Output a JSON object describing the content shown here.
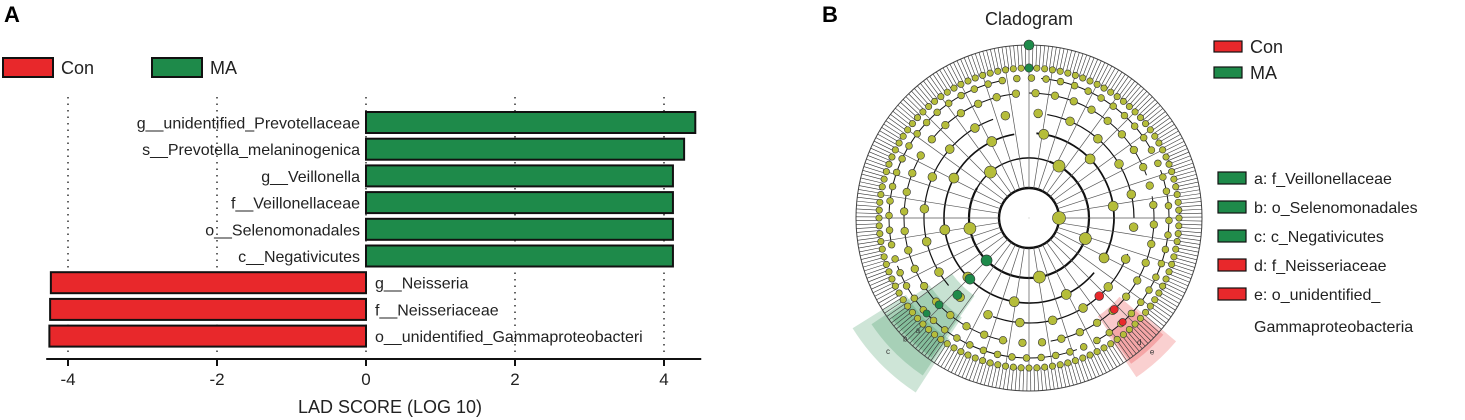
{
  "panel_a": {
    "label": "A",
    "legend": [
      {
        "name": "Con",
        "color": "#e8282b"
      },
      {
        "name": "MA",
        "color": "#1e8a4a"
      }
    ],
    "xlabel": "LAD SCORE (LOG 10)"
  },
  "panel_b": {
    "label": "B",
    "title": "Cladogram",
    "legend": [
      {
        "name": "Con",
        "color": "#e8282b"
      },
      {
        "name": "MA",
        "color": "#1e8a4a"
      }
    ],
    "taxa_key": [
      {
        "text": "a: f_Veillonellaceae",
        "color": "#1e8a4a"
      },
      {
        "text": "b: o_Selenomonadales",
        "color": "#1e8a4a"
      },
      {
        "text": "c: c_Negativicutes",
        "color": "#1e8a4a"
      },
      {
        "text": "d: f_Neisseriaceae",
        "color": "#e8282b"
      },
      {
        "text": "e: o_unidentified_",
        "color": "#e8282b"
      }
    ],
    "taxa_key_continuation": "Gammaproteobacteria",
    "sector_letters_green": [
      "a",
      "b",
      "c"
    ],
    "sector_letters_red": [
      "d",
      "e"
    ],
    "node_color": "#b5bd3a"
  },
  "chart_data": [
    {
      "type": "bar",
      "orientation": "horizontal",
      "xlabel": "LAD SCORE (LOG 10)",
      "xlim": [
        -4.4,
        4.5
      ],
      "xticks": [
        -4,
        -2,
        0,
        2,
        4
      ],
      "grid": "vertical dotted at ticks",
      "legend_position": "top-left",
      "categories": [
        "g__unidentified_Prevotellaceae",
        "s__Prevotella_melaninogenica",
        "g__Veillonella",
        "f__Veillonellaceae",
        "o__Selenomonadales",
        "c__Negativicutes",
        "g__Neisseria",
        "f__Neisseriaceae",
        "o__unidentified_Gammaproteobacteri"
      ],
      "values": [
        4.42,
        4.27,
        4.12,
        4.12,
        4.12,
        4.12,
        -4.23,
        -4.24,
        -4.25
      ],
      "groups": [
        "MA",
        "MA",
        "MA",
        "MA",
        "MA",
        "MA",
        "Con",
        "Con",
        "Con"
      ],
      "series": [
        {
          "name": "Con",
          "color": "#e8282b"
        },
        {
          "name": "MA",
          "color": "#1e8a4a"
        }
      ]
    }
  ]
}
